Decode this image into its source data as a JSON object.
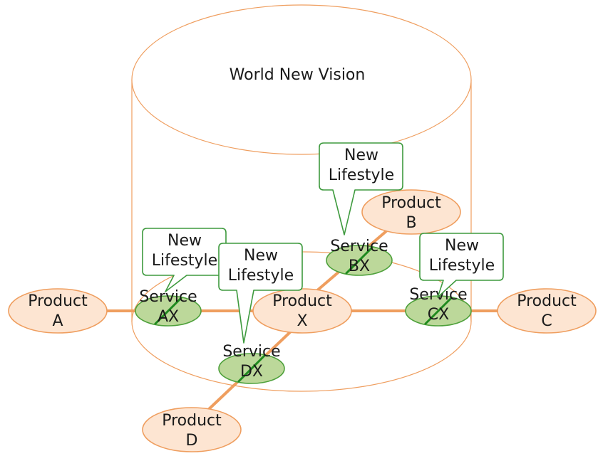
{
  "title": "World New Vision",
  "products": [
    {
      "id": "a",
      "line1": "Product",
      "line2": "A"
    },
    {
      "id": "b",
      "line1": "Product",
      "line2": "B"
    },
    {
      "id": "c",
      "line1": "Product",
      "line2": "C"
    },
    {
      "id": "d",
      "line1": "Product",
      "line2": "D"
    },
    {
      "id": "x",
      "line1": "Product",
      "line2": "X"
    }
  ],
  "services": [
    {
      "id": "ax",
      "line1": "Service",
      "line2": "AX"
    },
    {
      "id": "bx",
      "line1": "Service",
      "line2": "BX"
    },
    {
      "id": "cx",
      "line1": "Service",
      "line2": "CX"
    },
    {
      "id": "dx",
      "line1": "Service",
      "line2": "DX"
    }
  ],
  "callouts": [
    {
      "id": "ax",
      "line1": "New",
      "line2": "Lifestyle"
    },
    {
      "id": "dx",
      "line1": "New",
      "line2": "Lifestyle"
    },
    {
      "id": "bx",
      "line1": "New",
      "line2": "Lifestyle"
    },
    {
      "id": "cx",
      "line1": "New",
      "line2": "Lifestyle"
    }
  ],
  "colors": {
    "link": "#ef9e5f",
    "product_fill": "#fde5d2",
    "service_fill": "#bcd89a",
    "callout_border": "#3e9a3e"
  }
}
